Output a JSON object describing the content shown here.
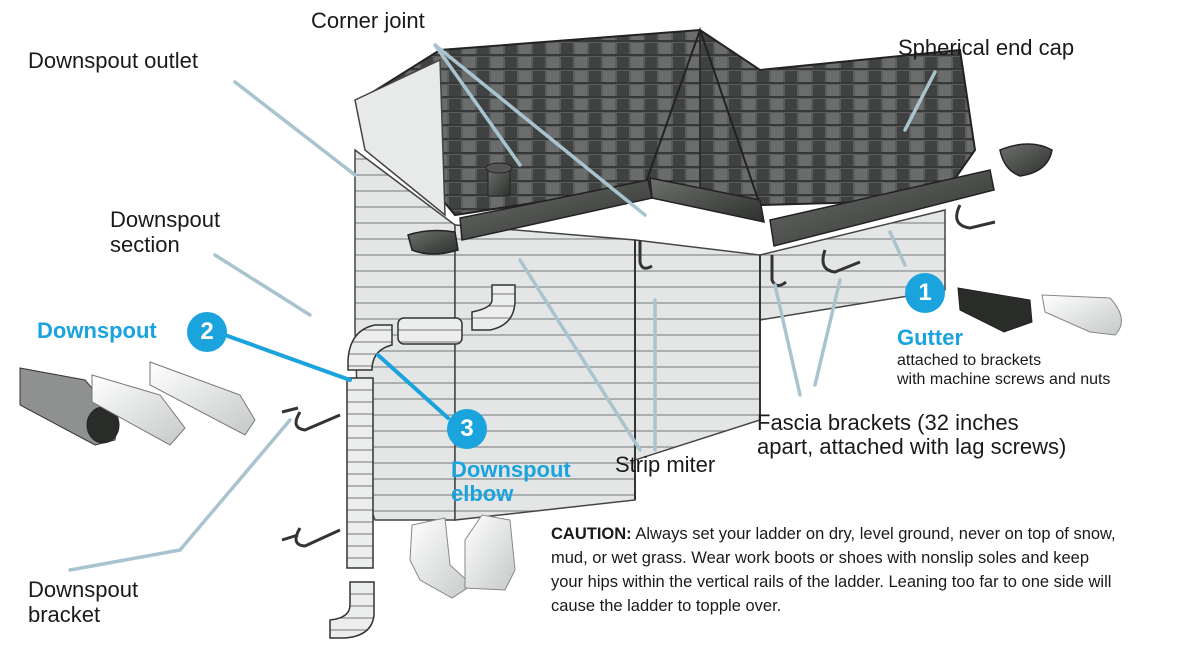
{
  "labels": {
    "corner_joint": "Corner joint",
    "downspout_outlet": "Downspout outlet",
    "spherical_end_cap": "Spherical end cap",
    "downspout_section_1": "Downspout",
    "downspout_section_2": "section",
    "downspout": "Downspout",
    "gutter": "Gutter",
    "gutter_note_1": "attached to brackets",
    "gutter_note_2": "with machine screws and nuts",
    "fascia_1": "Fascia brackets (32 inches",
    "fascia_2": "apart, attached with lag screws)",
    "strip_miter": "Strip miter",
    "elbow_1": "Downspout",
    "elbow_2": "elbow",
    "bracket_1": "Downspout",
    "bracket_2": "bracket"
  },
  "badges": {
    "one": "1",
    "two": "2",
    "three": "3"
  },
  "caution": {
    "title": "CAUTION:",
    "text": "Always set your ladder on dry, level ground, never on top of snow, mud, or wet grass. Wear work boots or shoes with nonslip soles and keep your hips within the vertical rails of the ladder. Leaning too far to one side will cause the ladder to topple over."
  },
  "colors": {
    "accent": "#1aa3dd",
    "pointer": "#a9c3cf",
    "roof": "#4a4d4b",
    "siding": "#d9dcdc"
  }
}
